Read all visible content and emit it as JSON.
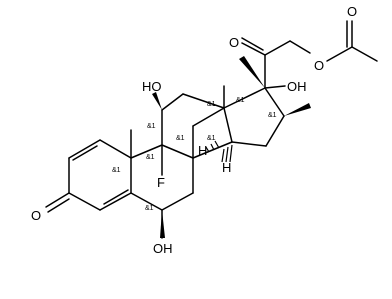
{
  "molecule": {
    "atom_labels": {
      "o_acetyl_carbonyl": "O",
      "o_ester": "O",
      "o_c20_ketone": "O",
      "oh_c17": "OH",
      "ho_c11": "HO",
      "fluorine": "F",
      "h_c8": "H",
      "h_c14": "H",
      "o_c3_ketone": "O",
      "oh_c6": "OH"
    },
    "stereo_label": "&1"
  }
}
